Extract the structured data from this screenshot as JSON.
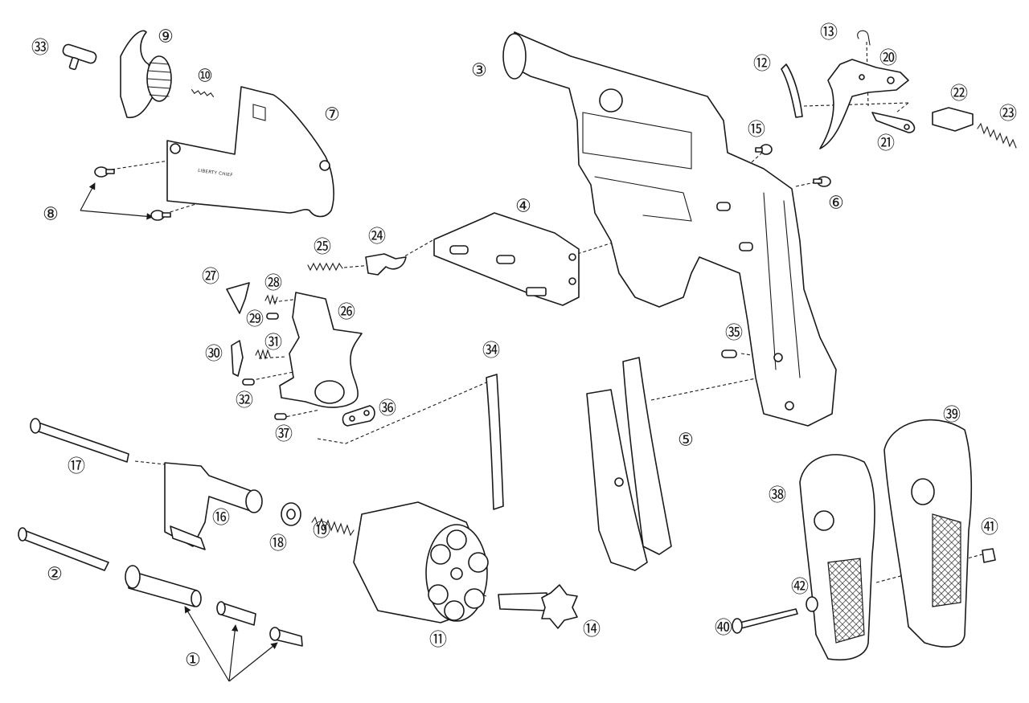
{
  "frame_engraving": "LIBERTY CHIEF",
  "callouts": [
    {
      "id": "1",
      "label": "①"
    },
    {
      "id": "2",
      "label": "②"
    },
    {
      "id": "3",
      "label": "③"
    },
    {
      "id": "4",
      "label": "④"
    },
    {
      "id": "5",
      "label": "⑤"
    },
    {
      "id": "6",
      "label": "⑥"
    },
    {
      "id": "7",
      "label": "⑦"
    },
    {
      "id": "8",
      "label": "⑧"
    },
    {
      "id": "9",
      "label": "⑨"
    },
    {
      "id": "10",
      "label": "⑩"
    },
    {
      "id": "11",
      "label": "⑪"
    },
    {
      "id": "12",
      "label": "⑫"
    },
    {
      "id": "13",
      "label": "⑬"
    },
    {
      "id": "14",
      "label": "⑭"
    },
    {
      "id": "15",
      "label": "⑮"
    },
    {
      "id": "16",
      "label": "⑯"
    },
    {
      "id": "17",
      "label": "⑰"
    },
    {
      "id": "18",
      "label": "⑱"
    },
    {
      "id": "19",
      "label": "⑲"
    },
    {
      "id": "20",
      "label": "⑳"
    },
    {
      "id": "21",
      "label": "㉑"
    },
    {
      "id": "22",
      "label": "㉒"
    },
    {
      "id": "23",
      "label": "㉓"
    },
    {
      "id": "24",
      "label": "㉔"
    },
    {
      "id": "25",
      "label": "㉕"
    },
    {
      "id": "26",
      "label": "㉖"
    },
    {
      "id": "27",
      "label": "㉗"
    },
    {
      "id": "28",
      "label": "㉘"
    },
    {
      "id": "29",
      "label": "㉙"
    },
    {
      "id": "30",
      "label": "㉚"
    },
    {
      "id": "31",
      "label": "㉛"
    },
    {
      "id": "32",
      "label": "㉜"
    },
    {
      "id": "33",
      "label": "㉝"
    },
    {
      "id": "34",
      "label": "㉞"
    },
    {
      "id": "35",
      "label": "㉟"
    },
    {
      "id": "36",
      "label": "㊱"
    },
    {
      "id": "37",
      "label": "㊲"
    },
    {
      "id": "38",
      "label": "㊳"
    },
    {
      "id": "39",
      "label": "㊴"
    },
    {
      "id": "40",
      "label": "㊵"
    },
    {
      "id": "41",
      "label": "㊶"
    },
    {
      "id": "42",
      "label": "㊷"
    }
  ]
}
